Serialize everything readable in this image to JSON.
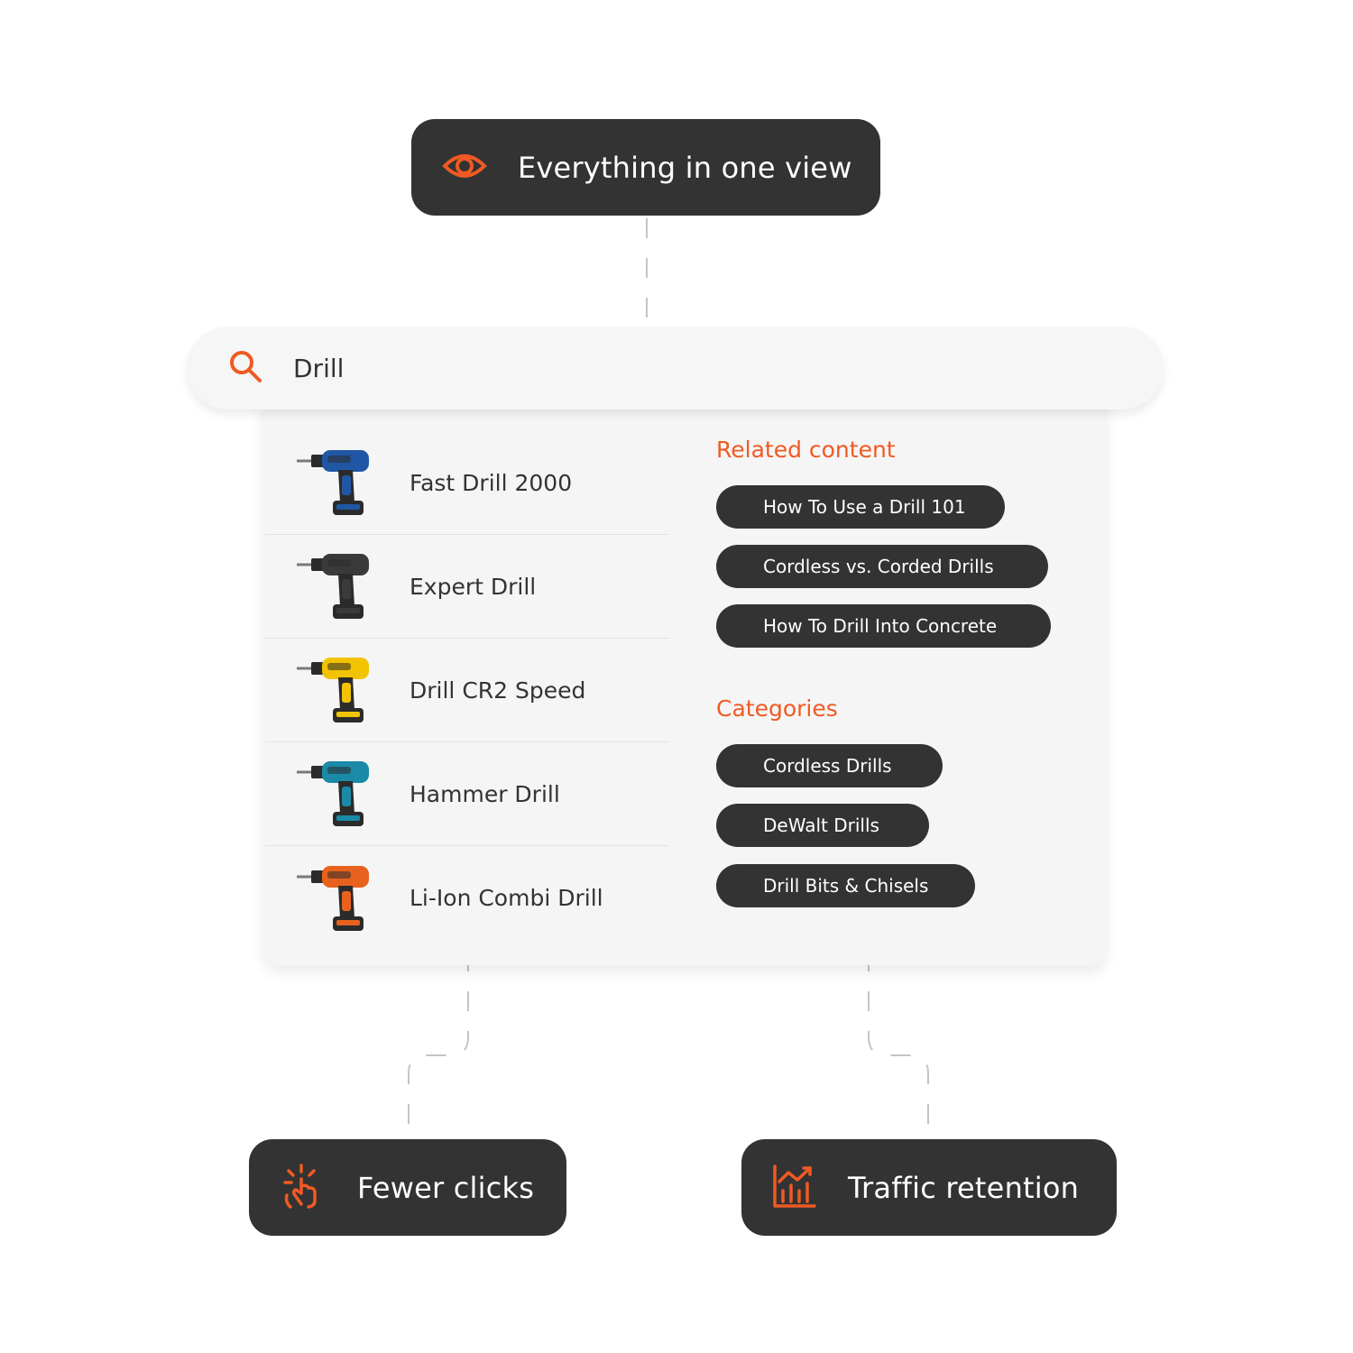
{
  "header_badge": {
    "label": "Everything in one view",
    "icon": "eye-icon"
  },
  "search": {
    "query": "Drill",
    "icon": "search-icon"
  },
  "products": [
    {
      "name": "Fast Drill 2000",
      "icon": "drill-icon",
      "color": "#1f57a4"
    },
    {
      "name": "Expert Drill",
      "icon": "drill-icon",
      "color": "#3a3a3a"
    },
    {
      "name": "Drill CR2 Speed",
      "icon": "drill-icon",
      "color": "#f2c300"
    },
    {
      "name": "Hammer Drill",
      "icon": "drill-icon",
      "color": "#1a8aa8"
    },
    {
      "name": "Li-Ion Combi Drill",
      "icon": "drill-icon",
      "color": "#e8621d"
    }
  ],
  "related_content": {
    "title": "Related content",
    "items": [
      "How To Use a Drill 101",
      "Cordless vs. Corded Drills",
      "How To Drill Into Concrete"
    ]
  },
  "categories": {
    "title": "Categories",
    "items": [
      "Cordless Drills",
      "DeWalt Drills",
      "Drill Bits & Chisels"
    ]
  },
  "footer_badges": [
    {
      "label": "Fewer clicks",
      "icon": "click-icon"
    },
    {
      "label": "Traffic retention",
      "icon": "chart-icon"
    }
  ],
  "colors": {
    "accent": "#f05a22",
    "dark": "#333333",
    "panel": "#f5f5f5"
  }
}
